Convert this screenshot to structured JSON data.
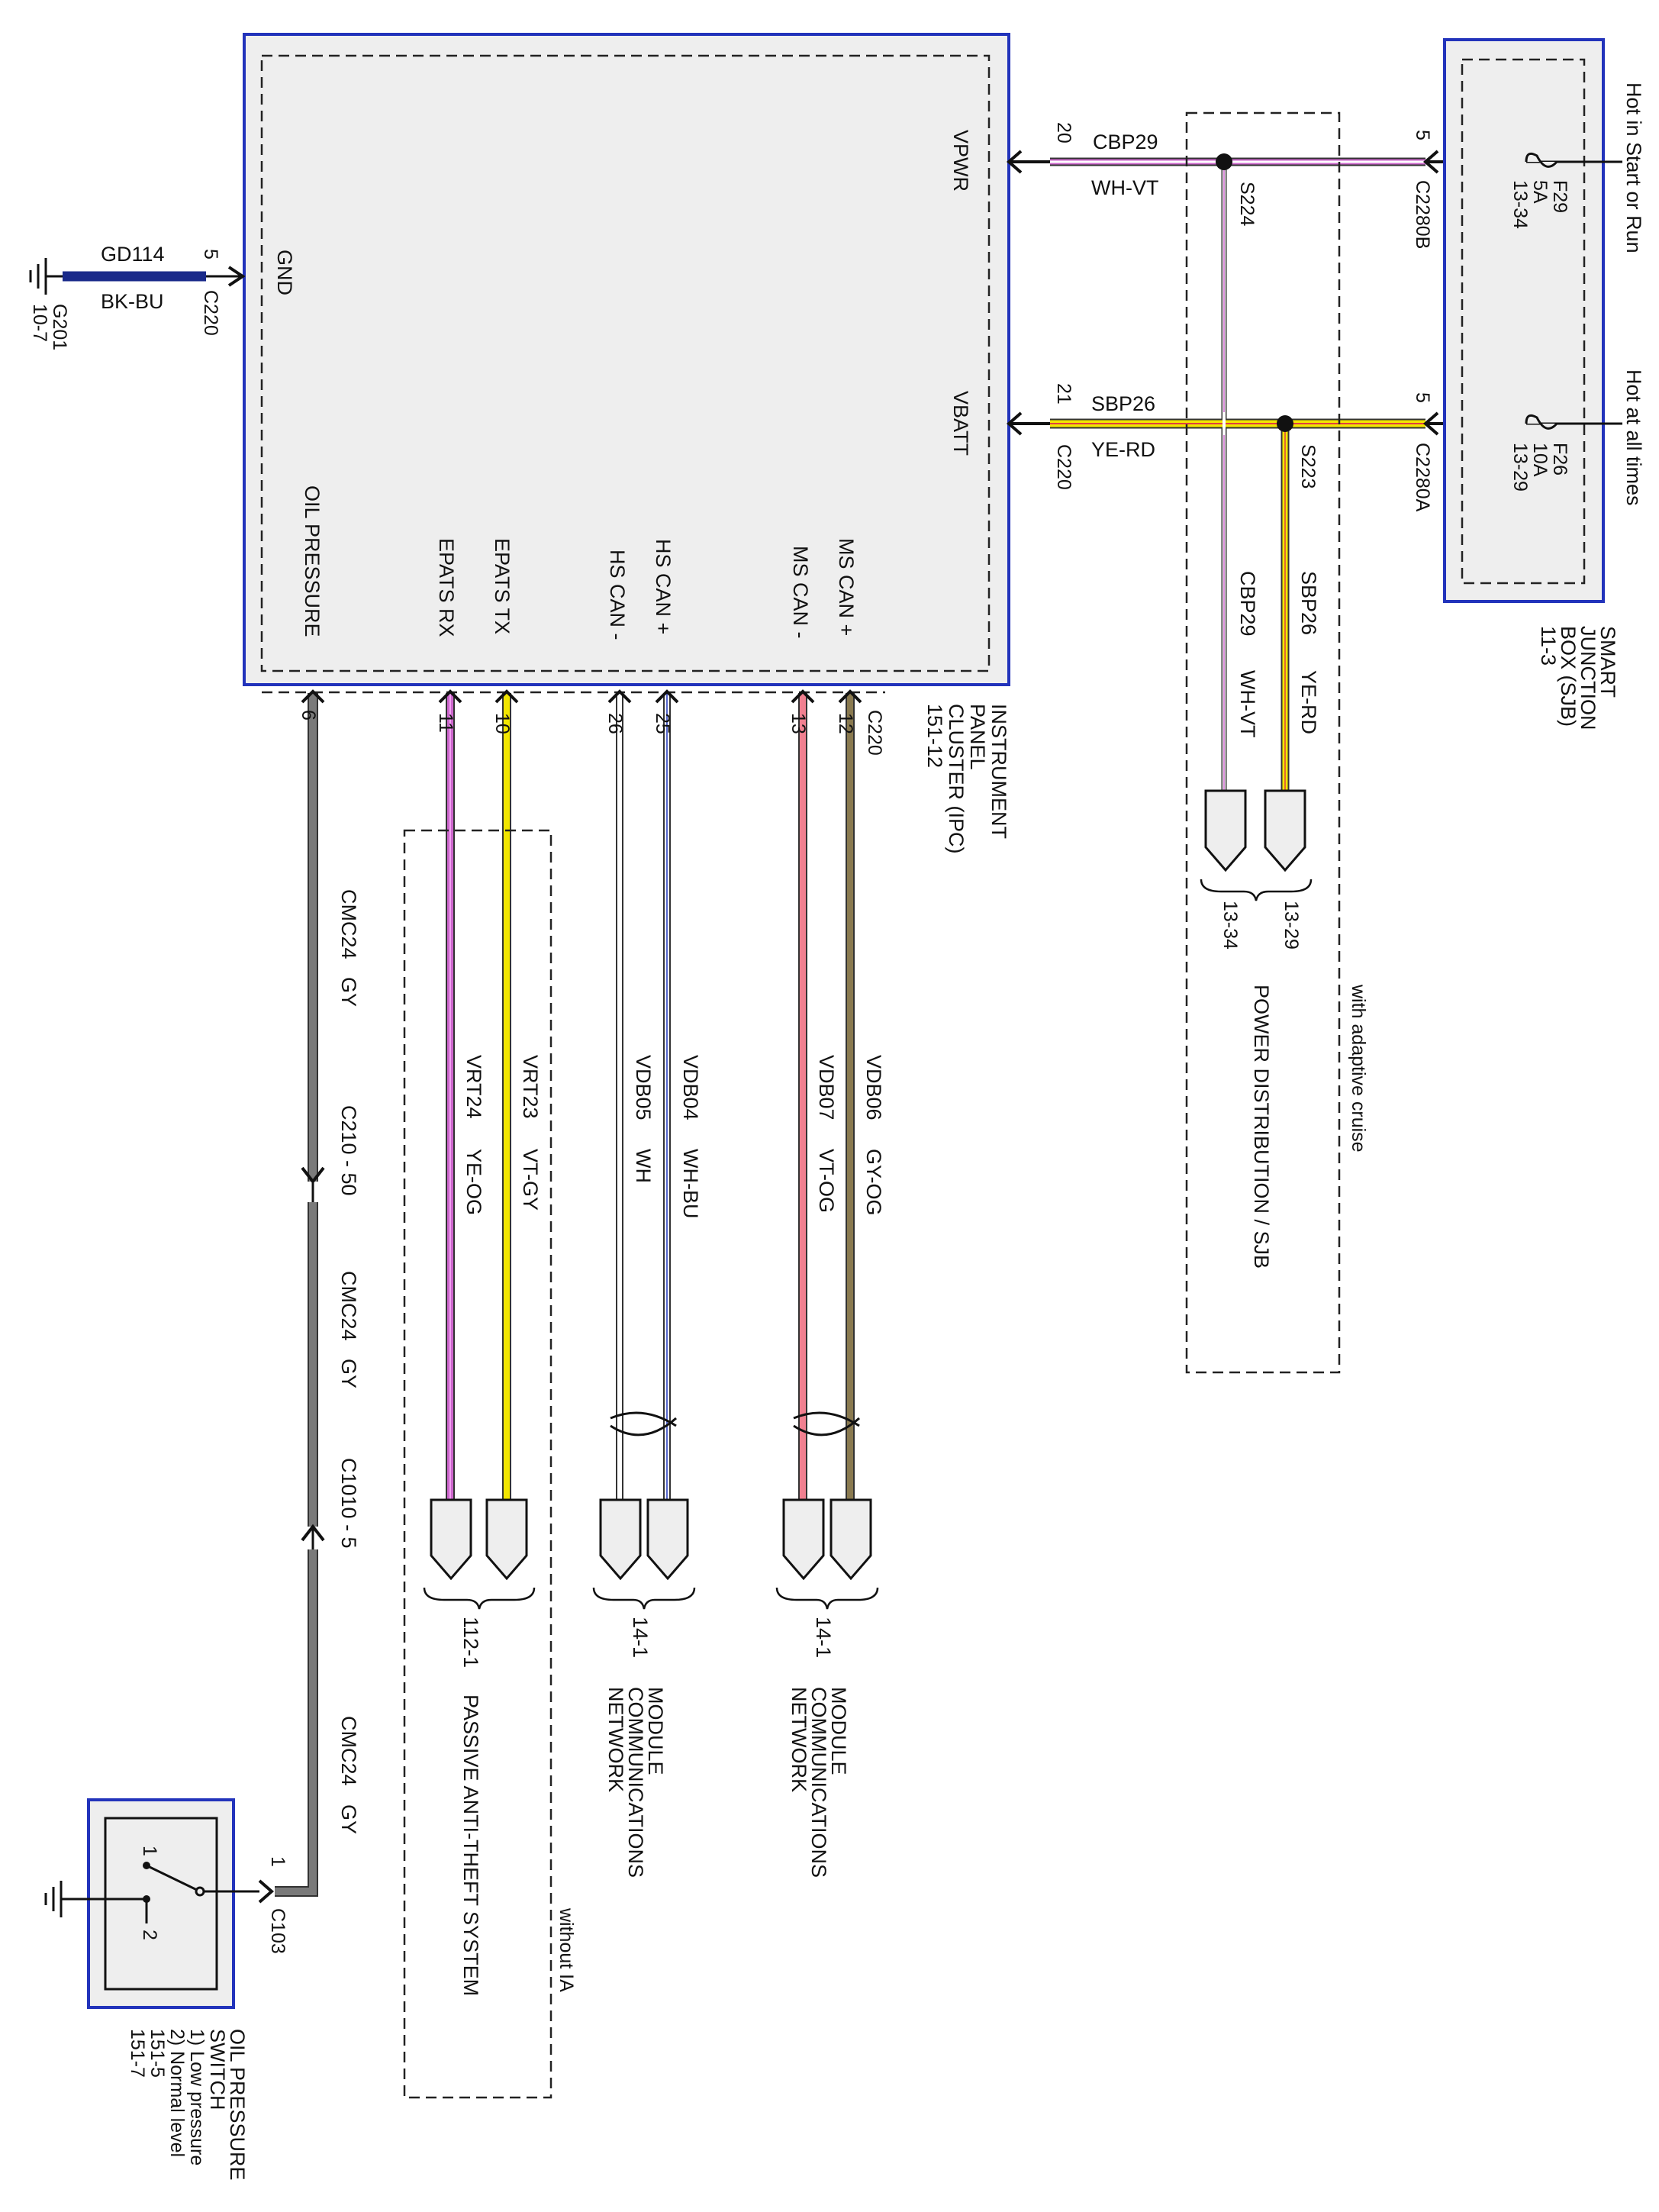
{
  "colors": {
    "box_border": "#2233bb",
    "box_fill": "#eeeeee",
    "wire_black": "#111111",
    "wire_violet": "#cc66cc",
    "wire_yellow": "#f2e600",
    "wire_gray": "#7a7a7a",
    "wire_white": "#ffffff",
    "wire_blue": "#5566cc",
    "wire_pink": "#f08090",
    "wire_dark_blue": "#1a2a8a",
    "wire_olive": "#8a7a50"
  },
  "ipc": {
    "pin_labels": {
      "vpwr": "VPWR",
      "vbatt": "VBATT",
      "gnd": "GND",
      "oil_pressure": "OIL PRESSURE",
      "epats_rx": "EPATS RX",
      "epats_tx": "EPATS TX",
      "hs_can_minus": "HS CAN -",
      "hs_can_plus": "HS CAN +",
      "ms_can_minus": "MS CAN -",
      "ms_can_plus": "MS CAN +"
    },
    "connector_label": "C220",
    "name_lines": [
      "INSTRUMENT",
      "PANEL",
      "CLUSTER (IPC)",
      "151-12"
    ]
  },
  "ground": {
    "circuit": "GD114",
    "color": "BK-BU",
    "pin": "5",
    "connector": "C220",
    "ground_id": "G201",
    "ground_ref": "10-7"
  },
  "power": {
    "cbp29": {
      "pin": "20",
      "circuit": "CBP29",
      "color": "WH-VT",
      "splice": "S224",
      "sjb_pin": "5",
      "sjb_connector": "C2280B"
    },
    "sbp26": {
      "pin": "21",
      "circuit": "SBP26",
      "color": "YE-RD",
      "splice": "S223",
      "sjb_pin": "5",
      "sjb_connector": "C2280A",
      "ipc_connector": "C220"
    },
    "branch_cbp29": {
      "circuit": "CBP29",
      "color": "WH-VT"
    },
    "branch_sbp26": {
      "circuit": "SBP26",
      "color": "YE-RD"
    },
    "ref_1329": "13-29",
    "ref_1334": "13-34",
    "group_label": "POWER DISTRIBUTION / SJB",
    "option_label": "with adaptive cruise"
  },
  "sjb": {
    "fuse_f29": {
      "name": "F29",
      "rating": "5A",
      "ref": "13-34",
      "feed": "Hot in Start or Run"
    },
    "fuse_f26": {
      "name": "F26",
      "rating": "10A",
      "ref": "13-29",
      "feed": "Hot at all times"
    },
    "name_lines": [
      "SMART",
      "JUNCTION",
      "BOX (SJB)",
      "11-3"
    ]
  },
  "network_wires": {
    "oil": {
      "pin": "6",
      "circuit": "CMC24",
      "color": "GY"
    },
    "epats_rx": {
      "pin": "11",
      "circuit": "VRT24",
      "color": "YE-OG"
    },
    "epats_tx": {
      "pin": "10",
      "circuit": "VRT23",
      "color": "VT-GY"
    },
    "hs_can_minus": {
      "pin": "26",
      "circuit": "VDB05",
      "color": "WH"
    },
    "hs_can_plus": {
      "pin": "25",
      "circuit": "VDB04",
      "color": "WH-BU"
    },
    "ms_can_minus": {
      "pin": "13",
      "circuit": "VDB07",
      "color": "VT-OG"
    },
    "ms_can_plus": {
      "pin": "12",
      "circuit": "VDB06",
      "color": "GY-OG"
    }
  },
  "inline_connectors": {
    "c210": "C210 - 50",
    "c1010": "C1010 - 5"
  },
  "destinations": {
    "pats": {
      "ref": "112-1",
      "label": "PASSIVE ANTI-THEFT SYSTEM",
      "option": "without IA"
    },
    "hs_can": {
      "ref": "14-1",
      "lines": [
        "MODULE",
        "COMMUNICATIONS",
        "NETWORK"
      ]
    },
    "ms_can": {
      "ref": "14-1",
      "lines": [
        "MODULE",
        "COMMUNICATIONS",
        "NETWORK"
      ]
    }
  },
  "oil_switch": {
    "pin": "1",
    "connector": "C103",
    "contact_1": "1",
    "contact_2": "2",
    "name_lines": [
      "OIL PRESSURE",
      "SWITCH",
      "1) Low pressure",
      "2) Normal level",
      "151-5",
      "151-7"
    ]
  }
}
